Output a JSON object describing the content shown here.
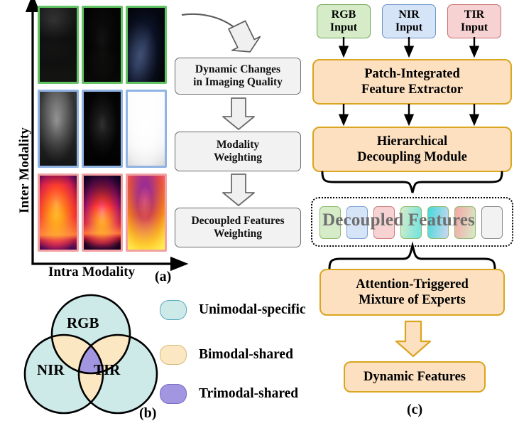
{
  "figure": {
    "panels": [
      {
        "id": "a",
        "caption": "(a)"
      },
      {
        "id": "b",
        "caption": "(b)"
      },
      {
        "id": "c",
        "caption": "(c)"
      }
    ]
  },
  "panel_a": {
    "y_axis_label": "Inter Modality",
    "x_axis_label": "Intra Modality",
    "caption": "(a)",
    "grid_rows": [
      {
        "modality": "RGB",
        "border_color": "#63c463",
        "cells": [
          {
            "alt": "rgb-night-person-1"
          },
          {
            "alt": "rgb-night-person-2"
          },
          {
            "alt": "rgb-night-person-3"
          }
        ]
      },
      {
        "modality": "NIR",
        "border_color": "#8fb4e3",
        "cells": [
          {
            "alt": "nir-person-1"
          },
          {
            "alt": "nir-person-2"
          },
          {
            "alt": "nir-person-3"
          }
        ]
      },
      {
        "modality": "TIR",
        "border_color": "#f3a0a0",
        "cells": [
          {
            "alt": "tir-person-1"
          },
          {
            "alt": "tir-person-2"
          },
          {
            "alt": "tir-person-3"
          }
        ]
      }
    ],
    "process_boxes": [
      {
        "line1": "Dynamic Changes",
        "line2": "in Imaging Quality"
      },
      {
        "line1": "Modality",
        "line2": "Weighting"
      },
      {
        "line1": "Decoupled Features",
        "line2": "Weighting"
      }
    ]
  },
  "panel_b": {
    "caption": "(b)",
    "circles": [
      {
        "label": "RGB",
        "fill": "#cdeae9"
      },
      {
        "label": "NIR",
        "fill": "#cdeae9"
      },
      {
        "label": "TIR",
        "fill": "#cdeae9"
      }
    ],
    "overlap_colors": {
      "pair": "#fbe8c2",
      "triple": "#a396e0"
    },
    "legend": [
      {
        "label": "Unimodal-specific",
        "color": "#cdeae9",
        "border": "#5aa8c0"
      },
      {
        "label": "Bimodal-shared",
        "color": "#fbe8c2",
        "border": "#d8b878"
      },
      {
        "label": "Trimodal-shared",
        "color": "#a396e0",
        "border": "#7a6cc4"
      }
    ]
  },
  "panel_c": {
    "caption": "(c)",
    "inputs": [
      {
        "line1": "RGB",
        "line2": "Input",
        "fill": "#d6ecc8",
        "border": "#6fa356"
      },
      {
        "line1": "NIR",
        "line2": "Input",
        "fill": "#d6e4f7",
        "border": "#6d93c9"
      },
      {
        "line1": "TIR",
        "line2": "Input",
        "fill": "#f6d2d2",
        "border": "#c96d6d"
      }
    ],
    "modules": [
      {
        "line1": "Patch-Integrated",
        "line2": "Feature Extractor"
      },
      {
        "line1": "Hierarchical",
        "line2": "Decoupling Module"
      },
      {
        "line1": "Attention-Triggered",
        "line2": "Mixture of Experts"
      }
    ],
    "decoupled": {
      "title": "Decoupled Features",
      "features": [
        {
          "name": "rgb-specific",
          "from": "#d6ecc8",
          "to": "#d6ecc8",
          "border": "#8dbb6e"
        },
        {
          "name": "nir-specific",
          "from": "#d6e4f7",
          "to": "#d6e4f7",
          "border": "#7da0d2"
        },
        {
          "name": "tir-specific",
          "from": "#f6d2d2",
          "to": "#f6d2d2",
          "border": "#cf7d7d"
        },
        {
          "name": "rgb-nir-shared",
          "from": "#d6ecc8",
          "to": "#6fe3e0",
          "border": "#8dbb6e"
        },
        {
          "name": "nir-tir-shared",
          "from": "#45d9da",
          "to": "#cdd7f0",
          "border": "#8dbb6e"
        },
        {
          "name": "rgb-tir-shared",
          "from": "#f6a6a6",
          "to": "#d6ecc8",
          "border": "#8dbb6e"
        },
        {
          "name": "trimodal-shared",
          "from": "#f2f2f2",
          "to": "#f2f2f2",
          "border": "#8a8a8a"
        }
      ]
    },
    "output": {
      "label": "Dynamic Features"
    },
    "accent_color": "#daa520",
    "module_fill": "#fce0c0"
  }
}
